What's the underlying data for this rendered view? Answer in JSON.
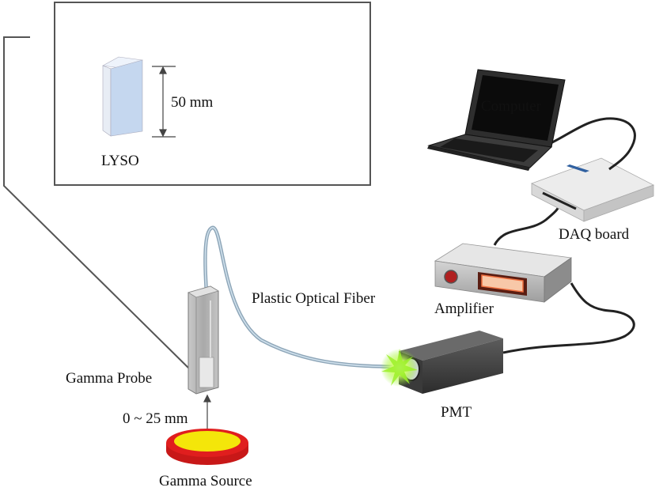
{
  "labels": {
    "inset_crystal": "LYSO",
    "inset_dimension": "50 mm",
    "computer": "Computer",
    "daq": "DAQ board",
    "amplifier": "Amplifier",
    "fiber": "Plastic Optical Fiber",
    "probe": "Gamma Probe",
    "distance": "0 ~ 25 mm",
    "source": "Gamma Source",
    "pmt": "PMT"
  },
  "colors": {
    "fiber": "#a8bfd0",
    "source_top": "#f4e60a",
    "source_rim": "#d41c1c",
    "crystal": "#c5d7ef",
    "pmt_flash": "#8cf01e",
    "amplifier_display": "#f07040"
  },
  "icons": [
    "laptop-icon",
    "daq-board-icon",
    "amplifier-icon",
    "pmt-icon",
    "gamma-probe-icon",
    "gamma-source-icon",
    "lyso-crystal-icon"
  ]
}
